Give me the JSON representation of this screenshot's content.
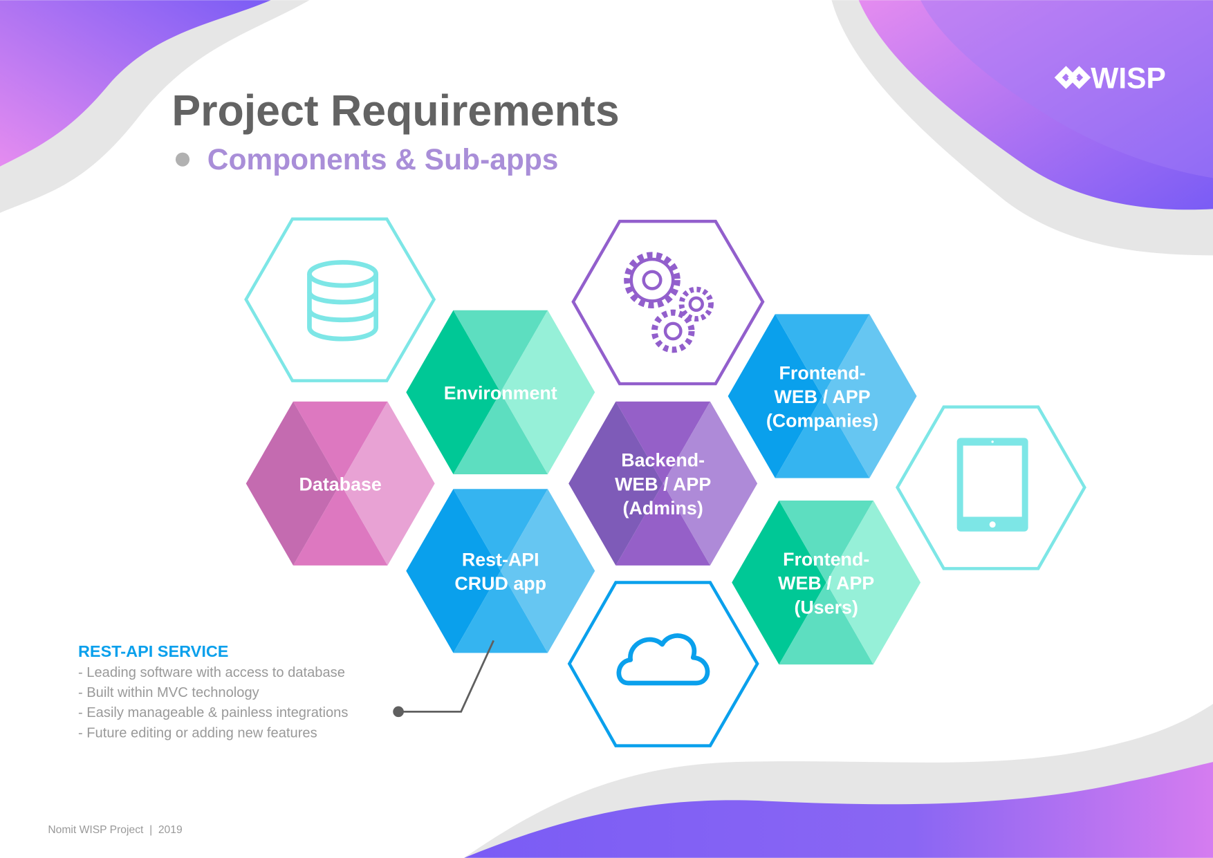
{
  "logo": {
    "text": "WISP"
  },
  "header": {
    "title": "Project Requirements",
    "subtitle": "Components & Sub-apps"
  },
  "hexagons": {
    "environment": {
      "lines": [
        "Environment"
      ],
      "colors": [
        "#00c896",
        "#5ddec0",
        "#96f0d8"
      ]
    },
    "database": {
      "lines": [
        "Database"
      ],
      "colors": [
        "#c46bb0",
        "#dd78c0",
        "#e8a2d4"
      ]
    },
    "backend": {
      "lines": [
        "Backend-",
        "WEB / APP",
        "(Admins)"
      ],
      "colors": [
        "#7e5bb8",
        "#9560c8",
        "#ae8ad8"
      ]
    },
    "frontend_companies": {
      "lines": [
        "Frontend-",
        "WEB / APP",
        "(Companies)"
      ],
      "colors": [
        "#0aa0ec",
        "#35b4f0",
        "#66c6f2"
      ]
    },
    "rest_api": {
      "lines": [
        "Rest-API",
        "CRUD app"
      ],
      "colors": [
        "#0aa0ec",
        "#35b4f0",
        "#66c6f2"
      ]
    },
    "frontend_users": {
      "lines": [
        "Frontend-",
        "WEB / APP",
        "(Users)"
      ],
      "colors": [
        "#00c896",
        "#5ddec0",
        "#96f0d8"
      ]
    }
  },
  "icons": {
    "database": "database-icon",
    "gears": "gears-icon",
    "tablet": "tablet-icon",
    "cloud": "cloud-icon"
  },
  "callout": {
    "title": "REST-API SERVICE",
    "items": [
      "- Leading software with access to database",
      "- Built within MVC technology",
      "- Easily manageable & painless integrations",
      "- Future editing or adding new features"
    ]
  },
  "footer": {
    "text": "Nomit WISP Project  |  2019"
  }
}
